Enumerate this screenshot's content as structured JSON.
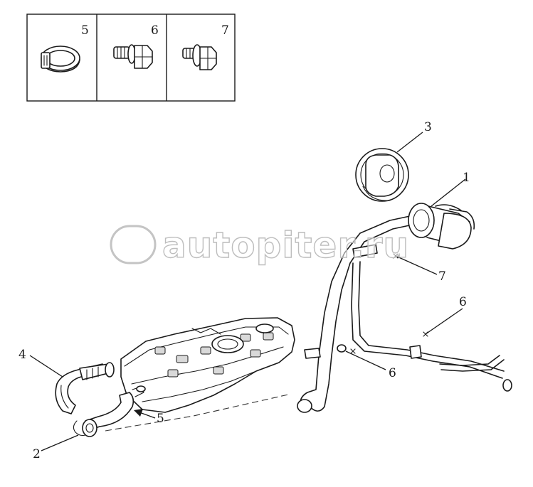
{
  "inset": {
    "cells": [
      {
        "label": "5",
        "part": "hose-clamp"
      },
      {
        "label": "6",
        "part": "bolt"
      },
      {
        "label": "7",
        "part": "flange-bolt"
      }
    ]
  },
  "callouts": [
    {
      "id": "callout-1",
      "label": "1",
      "part": "filler-neck-pipe"
    },
    {
      "id": "callout-2",
      "label": "2",
      "part": "hose-lower"
    },
    {
      "id": "callout-3",
      "label": "3",
      "part": "fuel-cap"
    },
    {
      "id": "callout-4",
      "label": "4",
      "part": "hose-upper"
    },
    {
      "id": "callout-5",
      "label": "5",
      "part": "hose-clamp"
    },
    {
      "id": "callout-6a",
      "label": "6",
      "part": "bolt"
    },
    {
      "id": "callout-6b",
      "label": "6",
      "part": "bolt"
    },
    {
      "id": "callout-7",
      "label": "7",
      "part": "flange-bolt"
    }
  ],
  "watermark": {
    "text": "autopiter.ru"
  }
}
